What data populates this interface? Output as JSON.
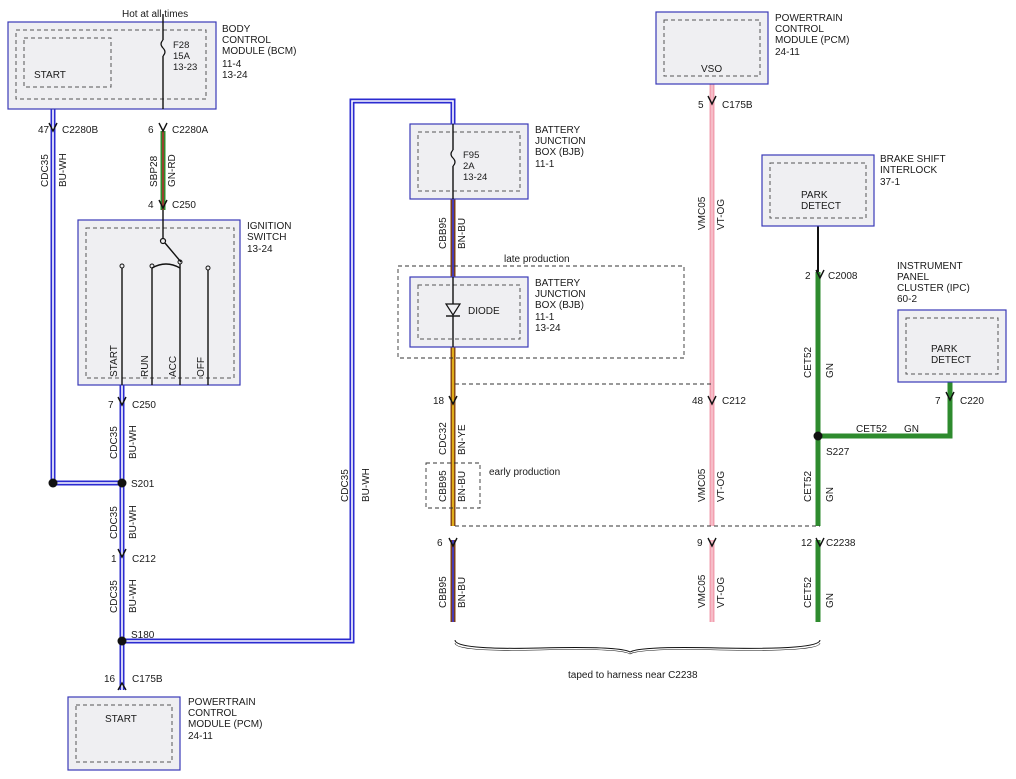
{
  "colors": {
    "BU-WH": {
      "outer": "#2b2bd0",
      "inner": "#ffffff"
    },
    "GN-RD": {
      "outer": "#2e8b2e",
      "inner": "#b03030"
    },
    "BN-BU": {
      "outer": "#7a3d1a",
      "inner": "#3b3bd8"
    },
    "BN-YE": {
      "outer": "#8a4a14",
      "inner": "#f5c61a"
    },
    "VT-OG": {
      "outer": "#f2a0b0",
      "inner": "#f7c3cd"
    },
    "GN": {
      "outer": "#2e8b2e",
      "inner": "#2e8b2e"
    },
    "BLACK": {
      "outer": "#111111",
      "inner": "#111111"
    },
    "box_border": "#3a3ab8"
  },
  "labels": {
    "hot_at_all_times": "Hot at all times",
    "late_production": "late production",
    "early_production": "early production",
    "taped": "taped to harness near C2238"
  },
  "components": {
    "bcm": {
      "name": [
        "BODY",
        "CONTROL",
        "MODULE (BCM)"
      ],
      "refs": [
        "11-4",
        "13-24"
      ],
      "pin": "START",
      "fuse": [
        "F28",
        "15A",
        "13-23"
      ]
    },
    "ignition": {
      "name": [
        "IGNITION",
        "SWITCH"
      ],
      "refs": [
        "13-24"
      ],
      "positions": [
        "START",
        "RUN",
        "ACC",
        "OFF"
      ]
    },
    "pcm_bottom": {
      "name": [
        "POWERTRAIN",
        "CONTROL",
        "MODULE (PCM)"
      ],
      "refs": [
        "24-11"
      ],
      "pin": "START"
    },
    "bjb_fuse": {
      "name": [
        "BATTERY",
        "JUNCTION",
        "BOX (BJB)"
      ],
      "refs": [
        "11-1"
      ],
      "fuse": [
        "F95",
        "2A",
        "13-24"
      ]
    },
    "bjb_diode": {
      "name": [
        "BATTERY",
        "JUNCTION",
        "BOX (BJB)"
      ],
      "refs": [
        "11-1",
        "13-24"
      ],
      "part": "DIODE"
    },
    "pcm_top": {
      "name": [
        "POWERTRAIN",
        "CONTROL",
        "MODULE (PCM)"
      ],
      "refs": [
        "24-11"
      ],
      "pin": "VSO"
    },
    "bsi": {
      "name": [
        "BRAKE SHIFT",
        "INTERLOCK"
      ],
      "refs": [
        "37-1"
      ],
      "pin": [
        "PARK",
        "DETECT"
      ]
    },
    "ipc": {
      "name": [
        "INSTRUMENT",
        "PANEL",
        "CLUSTER (IPC)"
      ],
      "refs": [
        "60-2"
      ],
      "pin": [
        "PARK",
        "DETECT"
      ]
    }
  },
  "connectors": [
    {
      "pin": "47",
      "name": "C2280B"
    },
    {
      "pin": "6",
      "name": "C2280A"
    },
    {
      "pin": "4",
      "name": "C250"
    },
    {
      "pin": "7",
      "name": "C250"
    },
    {
      "pin": "1",
      "name": "C212"
    },
    {
      "pin": "16",
      "name": "C175B"
    },
    {
      "pin": "5",
      "name": "C175B"
    },
    {
      "pin": "18",
      "name": "C212"
    },
    {
      "pin": "48",
      "name": "C212"
    },
    {
      "pin": "6",
      "name": ""
    },
    {
      "pin": "9",
      "name": ""
    },
    {
      "pin": "12",
      "name": "C2238"
    },
    {
      "pin": "2",
      "name": "C2008"
    },
    {
      "pin": "7",
      "name": "C220"
    }
  ],
  "splices": [
    "S201",
    "S180",
    "S227"
  ],
  "wires": [
    {
      "circuit": "CDC35",
      "color": "BU-WH"
    },
    {
      "circuit": "SBP28",
      "color": "GN-RD"
    },
    {
      "circuit": "CDC35",
      "color": "BU-WH"
    },
    {
      "circuit": "CDC35",
      "color": "BU-WH"
    },
    {
      "circuit": "CDC35",
      "color": "BU-WH"
    },
    {
      "circuit": "CDC35",
      "color": "BU-WH"
    },
    {
      "circuit": "CBB95",
      "color": "BN-BU"
    },
    {
      "circuit": "CDC32",
      "color": "BN-YE"
    },
    {
      "circuit": "CBB95",
      "color": "BN-BU"
    },
    {
      "circuit": "CBB95",
      "color": "BN-BU"
    },
    {
      "circuit": "VMC05",
      "color": "VT-OG"
    },
    {
      "circuit": "VMC05",
      "color": "VT-OG"
    },
    {
      "circuit": "VMC05",
      "color": "VT-OG"
    },
    {
      "circuit": "CET52",
      "color": "GN"
    },
    {
      "circuit": "CET52",
      "color": "GN"
    },
    {
      "circuit": "CET52",
      "color": "GN"
    },
    {
      "circuit": "CET52",
      "color": "GN"
    }
  ]
}
